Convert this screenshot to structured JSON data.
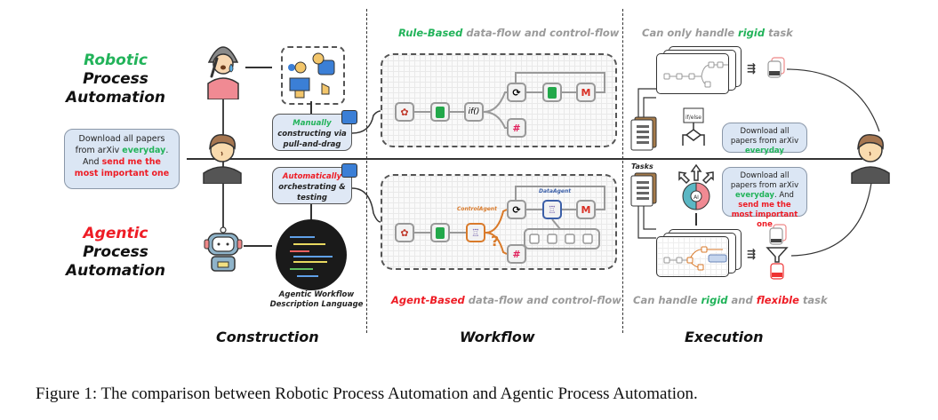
{
  "rpa_title": {
    "line1": "Robotic",
    "line2": "Process Automation"
  },
  "apa_title": {
    "line1": "Agentic",
    "line2": "Process Automation"
  },
  "user_request": {
    "part1": "Download all papers from arXiv ",
    "everyday": "everyday",
    "part2": ". And ",
    "important": "send me the most important one"
  },
  "construction": {
    "manual_box": {
      "highlight": "Manually",
      "rest": "constructing via pull-and-drag"
    },
    "auto_box": {
      "highlight": "Automatically",
      "rest": "orchestrating & testing"
    },
    "awdl_label": "Agentic Workflow Description Language",
    "section_label": "Construction"
  },
  "workflow": {
    "rule_caption": {
      "highlight": "Rule-Based",
      "rest": " data-flow and control-flow"
    },
    "agent_caption": {
      "highlight": "Agent-Based",
      "rest": " data-flow and control-flow"
    },
    "control_agent_label": "ControlAgent",
    "data_agent_label": "DataAgent",
    "decision_mark": "?",
    "section_label": "Workflow",
    "rule_nodes": [
      "webhook",
      "sheets",
      "if",
      "loop",
      "sheets",
      "gmail",
      "slack"
    ],
    "agent_nodes": [
      "webhook",
      "sheets",
      "control-agent",
      "loop",
      "data-agent",
      "gmail",
      "slack"
    ]
  },
  "execution": {
    "rigid_caption": {
      "pre": "Can only handle ",
      "rigid": "rigid",
      "post": " task"
    },
    "flexible_caption": {
      "pre": "Can handle ",
      "rigid": "rigid",
      "mid": " and ",
      "flexible": "flexible",
      "post": " task"
    },
    "tasks_label": "Tasks",
    "bubble_top": {
      "part1": "Download all papers from arXiv ",
      "everyday": "everyday"
    },
    "bubble_bottom": {
      "part1": "Download all papers from arXiv ",
      "everyday": "everyday",
      "part2": ". And ",
      "important": "send me the most important one"
    },
    "ai_label": "AI",
    "section_label": "Execution"
  },
  "figure_caption": "Figure 1: The comparison between Robotic Process Automation and Agentic Process Automation."
}
